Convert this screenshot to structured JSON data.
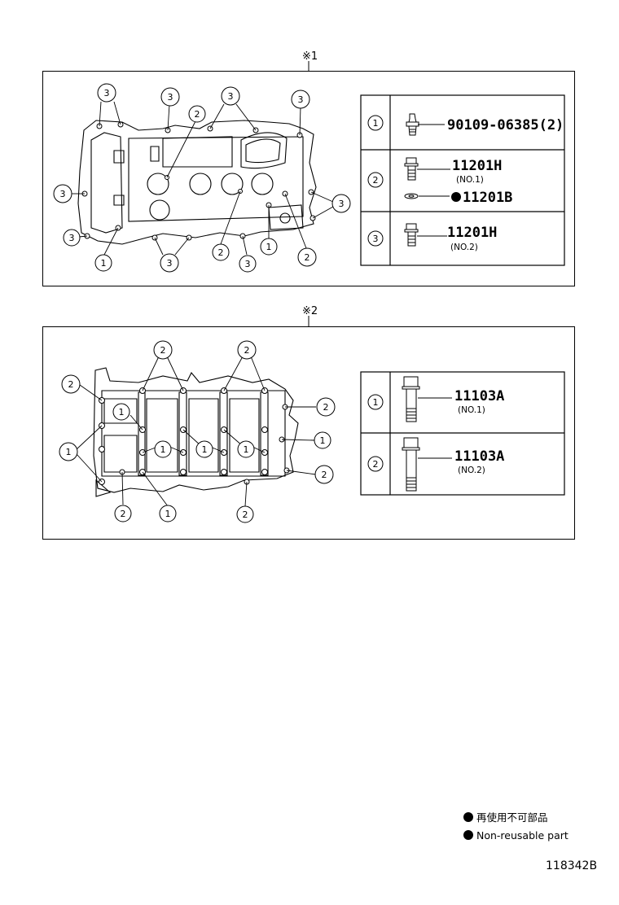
{
  "section1": {
    "mark": "※1",
    "callouts": [
      "1",
      "2",
      "3"
    ],
    "table": [
      {
        "index": "1",
        "part": "90109-06385(2)"
      },
      {
        "index": "2",
        "part": "11201H",
        "sub": "(NO.1)",
        "part2": "11201B",
        "part2_nonreusable": true
      },
      {
        "index": "3",
        "part": "11201H",
        "sub": "(NO.2)"
      }
    ]
  },
  "section2": {
    "mark": "※2",
    "callouts": [
      "1",
      "2"
    ],
    "table": [
      {
        "index": "1",
        "part": "11103A",
        "sub": "(NO.1)"
      },
      {
        "index": "2",
        "part": "11103A",
        "sub": "(NO.2)"
      }
    ]
  },
  "legend": {
    "nonreusable_jp": "再使用不可部品",
    "nonreusable_en": "Non-reusable part"
  },
  "doc_number": "118342B"
}
